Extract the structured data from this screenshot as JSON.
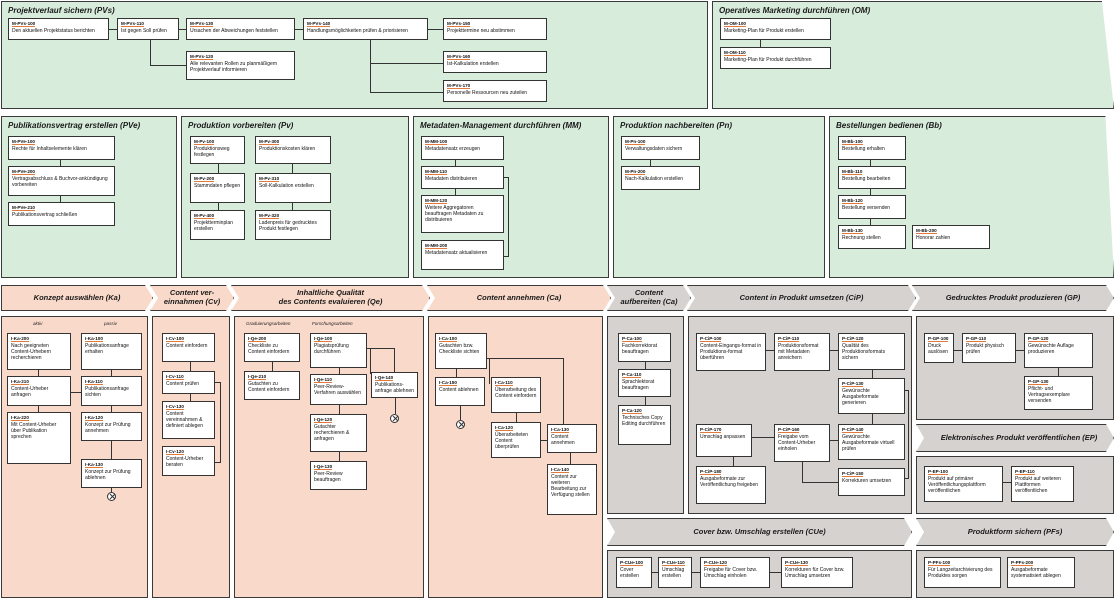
{
  "groups": {
    "pvs": "Projektverlauf sichern (PVs)",
    "om": "Operatives Marketing durchführen (OM)",
    "pve": "Publikationsvertrag erstellen (PVe)",
    "pv": "Produktion vorbereiten (Pv)",
    "mm": "Metadaten-Management durchführen (MM)",
    "pn": "Produktion nachbereiten (Pn)",
    "bb": "Bestellungen bedienen (Bb)"
  },
  "headers": {
    "ka": "Konzept auswählen (Ka)",
    "cv": "Content ver-\neinnahmen (Cv)",
    "qe": "Inhaltliche Qualität\ndes Contents evaluieren (Qe)",
    "can": "Content annehmen (Ca)",
    "caf": "Content\naufbereiten (Ca)",
    "cip": "Content in Produkt umsetzen (CiP)",
    "gp": "Gedrucktes Produkt produzieren (GP)",
    "ep": "Elektronisches Produkt veröffentlichen (EP)",
    "cue": "Cover bzw. Umschlag erstellen (CUe)",
    "pfs": "Produktform sichern (PFs)"
  },
  "columns": {
    "aktiv": "aktiv",
    "passiv": "passiv",
    "grad": "Graduierungsarbeiten",
    "forsch": "Forschungsarbeiten"
  },
  "boxes": {
    "pvs100": {
      "id": "M-PVs-100",
      "label": "Den aktuellen Projektstatus berichten"
    },
    "pvs110": {
      "id": "M-PVs-110",
      "label": "Ist gegen Soll prüfen"
    },
    "pvs130": {
      "id": "M-PVs-130",
      "label": "Ursachen der Abweichungen feststellen"
    },
    "pvs140": {
      "id": "M-PVs-140",
      "label": "Handlungsmöglichkeiten prüfen & priorisieren"
    },
    "pvs150": {
      "id": "M-PVs-150",
      "label": "Projekttermine neu abstimmen"
    },
    "pvs120": {
      "id": "M-PVs-120",
      "label": "Alle relevanten Rollen zu planmäßigem Projektverlauf informieren"
    },
    "pvs160": {
      "id": "M-PVs-160",
      "label": "Ist-Kalkulation erstellen"
    },
    "pvs170": {
      "id": "M-PVs-170",
      "label": "Personelle Ressourcen neu zuteilen"
    },
    "om100": {
      "id": "M-OM-100",
      "label": "Marketing-Plan für Produkt erstellen"
    },
    "om110": {
      "id": "M-OM-110",
      "label": "Marketing-Plan für Produkt durchführen"
    },
    "pve100": {
      "id": "M-PVe-100",
      "label": "Rechte für Inhaltselemente klären"
    },
    "pve200": {
      "id": "M-PVe-200",
      "label": "Vertragsabschluss & Buchvor-ankündigung vorbereiten"
    },
    "pve210": {
      "id": "M-PVe-210",
      "label": "Publikationsvertrag schließen"
    },
    "pv100": {
      "id": "M-Pv-100",
      "label": "Produktionsweg festlegen"
    },
    "pv300": {
      "id": "M-Pv-300",
      "label": "Produktionskosten klären"
    },
    "pv200": {
      "id": "M-Pv-200",
      "label": "Stammdaten pflegen"
    },
    "pv310": {
      "id": "M-Pv-310",
      "label": "Soll-Kalkulation erstellen"
    },
    "pv400": {
      "id": "M-Pv-400",
      "label": "Projektterminplan erstellen"
    },
    "pv320": {
      "id": "M-Pv-320",
      "label": "Ladenpreis für gedrucktes Produkt festlegen"
    },
    "mm100": {
      "id": "M-MM-100",
      "label": "Metadatensatz erzeugen"
    },
    "mm110": {
      "id": "M-MM-110",
      "label": "Metadaten distribuieren"
    },
    "mm120": {
      "id": "M-MM-120",
      "label": "Weitere Aggregatoren beauftragen Metadaten zu distribuieren"
    },
    "mm200": {
      "id": "M-MM-200",
      "label": "Metadatensatz aktualisieren"
    },
    "pn100": {
      "id": "M-Pn-100",
      "label": "Verwaltungsdaten sichern"
    },
    "pn200": {
      "id": "M-Pn-200",
      "label": "Nach-Kalkulation erstellen"
    },
    "bb100": {
      "id": "M-Bb-100",
      "label": "Bestellung erhalten"
    },
    "bb110": {
      "id": "M-Bb-110",
      "label": "Bestellung bearbeiten"
    },
    "bb120": {
      "id": "M-Bb-120",
      "label": "Bestellung versenden"
    },
    "bb130": {
      "id": "M-Bb-130",
      "label": "Rechnung stellen"
    },
    "bb200": {
      "id": "M-Bb-200",
      "label": "Honorar zahlen"
    },
    "ka200": {
      "id": "I-Ka-200",
      "label": "Nach geeigneten Content-Urhebern recherchieren"
    },
    "ka210": {
      "id": "I-Ka-210",
      "label": "Content-Urheber anfragen"
    },
    "ka220": {
      "id": "I-Ka-220",
      "label": "Mit Content-Urheber über Publikation sprechen"
    },
    "ka100": {
      "id": "I-Ka-100",
      "label": "Publikationsanfrage erhalten"
    },
    "ka110": {
      "id": "I-Ka-110",
      "label": "Publikationsanfrage sichten"
    },
    "ka120": {
      "id": "I-Ka-120",
      "label": "Konzept zur Prüfung annehmen"
    },
    "ka130": {
      "id": "I-Ka-130",
      "label": "Konzept zur Prüfung ablehnen"
    },
    "cv100": {
      "id": "I-Cv-100",
      "label": "Content einfordern"
    },
    "cv110": {
      "id": "I-Cv-110",
      "label": "Content prüfen"
    },
    "cv130": {
      "id": "I-Cv-130",
      "label": "Content vereinnahmen & definiert ablegen"
    },
    "cv120": {
      "id": "I-Cv-120",
      "label": "Content-Urheber beraten"
    },
    "qe200": {
      "id": "I-Qe-200",
      "label": "Checkliste zu Content einfordern"
    },
    "qe210": {
      "id": "I-Qe-210",
      "label": "Gutachten zu Content einfordern"
    },
    "qe100": {
      "id": "I-Qe-100",
      "label": "Plagiatsprüfung durchführen"
    },
    "qe110": {
      "id": "I-Qe-110",
      "label": "Peer-Review-Verfahren auswählen"
    },
    "qe120": {
      "id": "I-Qe-120",
      "label": "Gutachter recherchieren & anfragen"
    },
    "qe130": {
      "id": "I-Qe-130",
      "label": "Peer-Review beauftragen"
    },
    "qe140": {
      "id": "I-Qe-140",
      "label": "Publikations-anfrage ablehnen"
    },
    "ca100": {
      "id": "I-Ca-100",
      "label": "Gutachten bzw. Checkliste sichten"
    },
    "ca150": {
      "id": "I-Ca-150",
      "label": "Content ablehnen"
    },
    "ca110": {
      "id": "I-Ca-110",
      "label": "Überarbeitung des Content einfordern"
    },
    "ca120": {
      "id": "I-Ca-120",
      "label": "Überarbeiteten Content überprüfen"
    },
    "ca130": {
      "id": "I-Ca-130",
      "label": "Content annehmen"
    },
    "ca140": {
      "id": "I-Ca-140",
      "label": "Content zur weiteren Bearbeitung zur Verfügung stellen"
    },
    "pca100": {
      "id": "P-Ca-100",
      "label": "Fachkorrektorat beauftragen"
    },
    "pca110": {
      "id": "P-Ca-110",
      "label": "Sprachlektorat beauftragen"
    },
    "pca120": {
      "id": "P-Ca-120",
      "label": "Technisches Copy Editing durchführen"
    },
    "cip100": {
      "id": "P-CiP-100",
      "label": "Content-Eingangs-format in Produktions-format überführen"
    },
    "cip110": {
      "id": "P-CiP-110",
      "label": "Produktionsformat mit Metadaten anreichern"
    },
    "cip120": {
      "id": "P-CiP-120",
      "label": "Qualität des Produktionsformats sichern"
    },
    "cip130": {
      "id": "P-CiP-130",
      "label": "Gewünschte Ausgabeformate generieren"
    },
    "cip170": {
      "id": "P-CiP-170",
      "label": "Umschlag anpassen"
    },
    "cip160": {
      "id": "P-CiP-160",
      "label": "Freigabe vom Content-Urheber einholen"
    },
    "cip140": {
      "id": "P-CiP-140",
      "label": "Gewünschte Ausgabeformate virtuell prüfen"
    },
    "cip180": {
      "id": "P-CiP-180",
      "label": "Ausgabeformate zur Veröffentlichung freigeben"
    },
    "cip150": {
      "id": "P-CiP-150",
      "label": "Korrekturen umsetzen"
    },
    "gp100": {
      "id": "P-GP-100",
      "label": "Druck auslösen"
    },
    "gp110": {
      "id": "P-GP-110",
      "label": "Produkt physisch prüfen"
    },
    "gp120": {
      "id": "P-GP-120",
      "label": "Gewünschte Auflage produzieren"
    },
    "gp130": {
      "id": "P-GP-130",
      "label": "Pflicht- und Vertragsexemplare versenden"
    },
    "ep100": {
      "id": "P-EP-100",
      "label": "Produkt auf primärer Veröffentlichungsplattform veröffentlichen"
    },
    "ep110": {
      "id": "P-EP-110",
      "label": "Produkt auf weiteren Plattformen veröffentlichen"
    },
    "cue100": {
      "id": "P-CUe-100",
      "label": "Cover erstellen"
    },
    "cue110": {
      "id": "P-CUe-110",
      "label": "Umschlag erstellen"
    },
    "cue120": {
      "id": "P-CUe-120",
      "label": "Freigabe für Cover bzw. Umschlag einholen"
    },
    "cue130": {
      "id": "P-CUe-130",
      "label": "Korrekturen für Cover bzw. Umschlag umsetzen"
    },
    "pfs100": {
      "id": "P-PFs-100",
      "label": "Für Langzeitarchivierung des Produktes sorgen"
    },
    "pfs200": {
      "id": "P-PFs-200",
      "label": "Ausgabeformate systematisiert ablegen"
    }
  }
}
